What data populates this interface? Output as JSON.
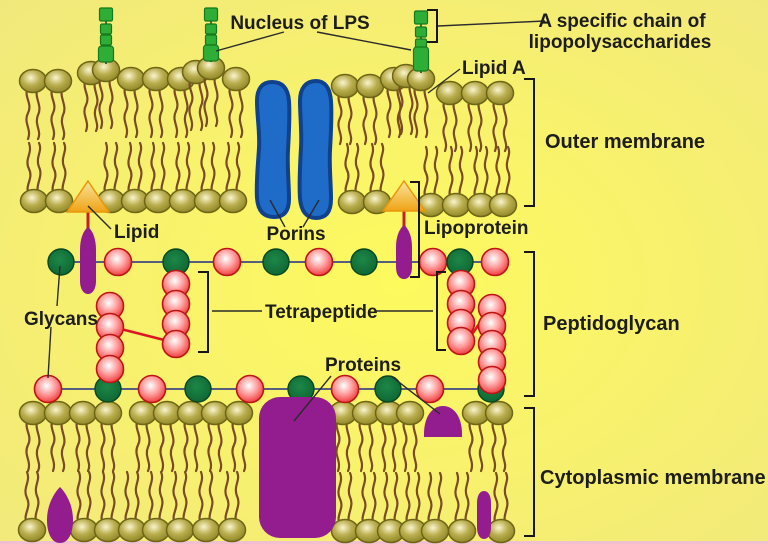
{
  "labels": {
    "nucleus_of_lps": "Nucleus of LPS",
    "specific_chain_line1": "A specific chain of",
    "specific_chain_line2": "lipopolysaccharides",
    "lipid_a": "Lipid A",
    "outer_membrane": "Outer membrane",
    "lipid": "Lipid",
    "porins": "Porins",
    "lipoprotein": "Lipoprotein",
    "glycans": "Glycans",
    "tetrapeptide": "Tetrapeptide",
    "peptidoglycan": "Peptidoglycan",
    "proteins": "Proteins",
    "cytoplasmic_membrane": "Cytoplasmic membrane"
  },
  "palette": {
    "bg_center": "#fdfa5e",
    "bg_edge": "#f1e87d",
    "text": "#1d1d1b",
    "head_hl": "#faf5cd",
    "head_mid": "#b9ad4d",
    "head_dark": "#857c1e",
    "head_stroke": "#6e6616",
    "tail": "#7a4b28",
    "lps_green": "#2fae37",
    "lps_green_stroke": "#14791c",
    "lps_link": "#1b3b1b",
    "porin_fill": "#1e6cc8",
    "porin_stroke": "#10418f",
    "tri_light": "#f9e49c",
    "tri_dark": "#efa315",
    "tri_stroke": "#e8960a",
    "stem_red": "#c42024",
    "protein_purple": "#931c8f",
    "red_hl": "#ffffff",
    "red_mid": "#ff9d9d",
    "red_edge": "#e81f1f",
    "red_bead_stroke": "#bd1414",
    "green_hi": "#1d8747",
    "green_lo": "#0c6231",
    "green_bead_stroke": "#08461f",
    "glycan_line": "#565d7d",
    "crosslink_red": "#dd1522",
    "bottom_strip": "#f2bfd1"
  }
}
